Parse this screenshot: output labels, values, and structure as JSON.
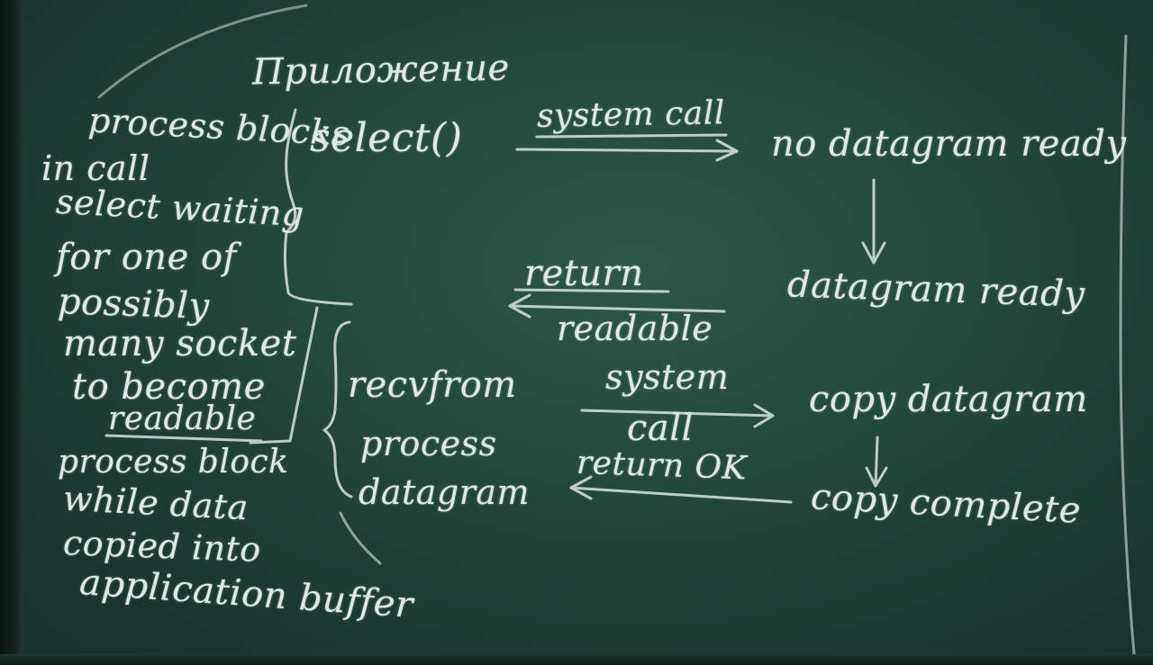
{
  "board": {
    "title": "Приложение",
    "left_notes": {
      "line1": "process blocks",
      "line2": "in call",
      "line3": "select waiting",
      "line4": "for one of",
      "line5": "possibly",
      "line6": "many socket",
      "line7": "to become",
      "line8": "readable",
      "line9": "process block",
      "line10": "while data",
      "line11": "copied into",
      "line12": "application buffer"
    },
    "app_calls": {
      "select": "select()",
      "recvfrom": "recvfrom",
      "process1": "process",
      "process2": "datagram"
    },
    "arrow_labels": {
      "system_call": "system call",
      "return_readable_1": "return",
      "return_readable_2": "readable",
      "system_call_2a": "system",
      "system_call_2b": "call",
      "return_ok": "return OK"
    },
    "kernel_states": {
      "no_datagram": "no datagram ready",
      "datagram_ready": "datagram ready",
      "copy_datagram": "copy datagram",
      "copy_complete": "copy complete"
    }
  }
}
